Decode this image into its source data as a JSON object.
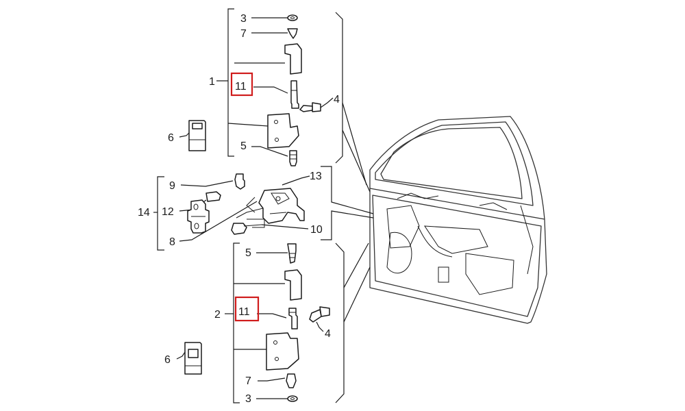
{
  "colors": {
    "line": "#1a1a1a",
    "highlight": "#d01c1c",
    "background": "#ffffff"
  },
  "labels": {
    "l1": "1",
    "l2": "2",
    "l3a": "3",
    "l3b": "3",
    "l4a": "4",
    "l4b": "4",
    "l5a": "5",
    "l5b": "5",
    "l6a": "6",
    "l6b": "6",
    "l7a": "7",
    "l7b": "7",
    "l8": "8",
    "l9": "9",
    "l10": "10",
    "l11a": "11",
    "l11b": "11",
    "l12": "12",
    "l13": "13",
    "l14": "14"
  },
  "highlighted_part": "11"
}
